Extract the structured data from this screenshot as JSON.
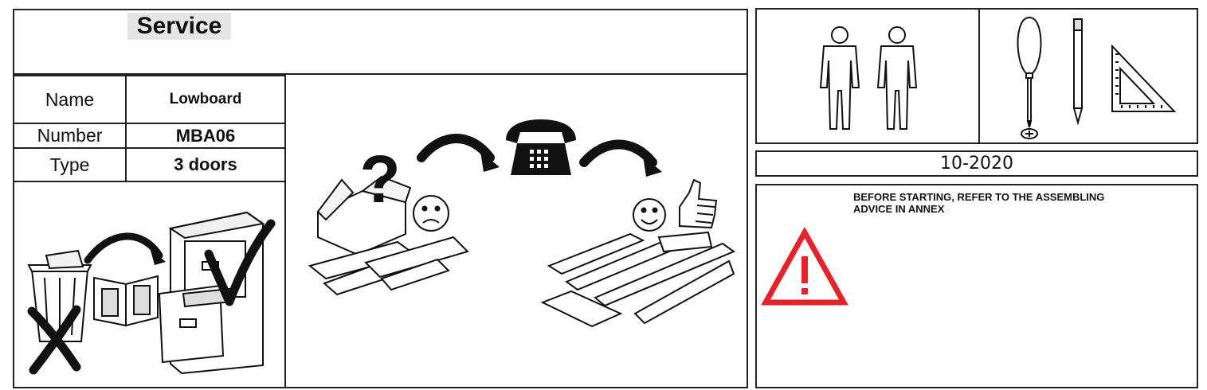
{
  "header": {
    "title": "Service"
  },
  "product": {
    "name_label": "Name",
    "name_value": "Lowboard",
    "number_label": "Number",
    "number_value": "MBA06",
    "type_label": "Type",
    "type_value": "3 doors"
  },
  "date": "10-2020",
  "warning": {
    "line1": "BEFORE STARTING, REFER TO THE ASSEMBLING",
    "line2": "ADVICE IN ANNEX"
  },
  "colors": {
    "warning_red": "#e5232b",
    "line": "#222222",
    "title_bg": "#e6e6e6"
  }
}
